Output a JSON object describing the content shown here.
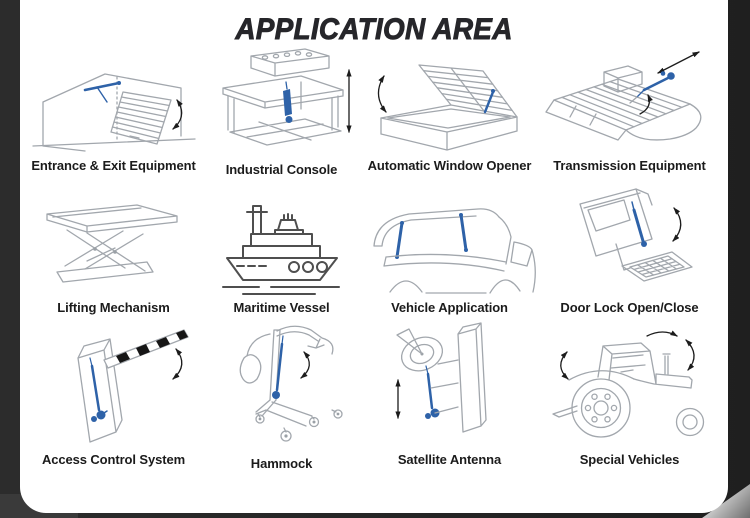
{
  "page": {
    "title": "APPLICATION AREA",
    "colors": {
      "background": "#262626",
      "card": "#ffffff",
      "accent_blue": "#2e62a8",
      "line_gray": "#a2a7ad",
      "text": "#1b1b1b"
    }
  },
  "grid": {
    "items": [
      {
        "label": "Entrance & Exit Equipment",
        "icon": "garage-door-icon"
      },
      {
        "label": "Industrial Console",
        "icon": "industrial-console-icon"
      },
      {
        "label": "Automatic Window Opener",
        "icon": "window-opener-icon"
      },
      {
        "label": "Transmission Equipment",
        "icon": "conveyor-icon"
      },
      {
        "label": "Lifting Mechanism",
        "icon": "scissor-lift-icon"
      },
      {
        "label": "Maritime Vessel",
        "icon": "ship-icon"
      },
      {
        "label": "Vehicle Application",
        "icon": "car-tailgate-icon"
      },
      {
        "label": "Door Lock Open/Close",
        "icon": "van-door-icon"
      },
      {
        "label": "Access Control System",
        "icon": "barrier-gate-icon"
      },
      {
        "label": "Hammock",
        "icon": "patient-hoist-icon"
      },
      {
        "label": "Satellite Antenna",
        "icon": "satellite-dish-icon"
      },
      {
        "label": "Special Vehicles",
        "icon": "tractor-icon"
      }
    ]
  }
}
